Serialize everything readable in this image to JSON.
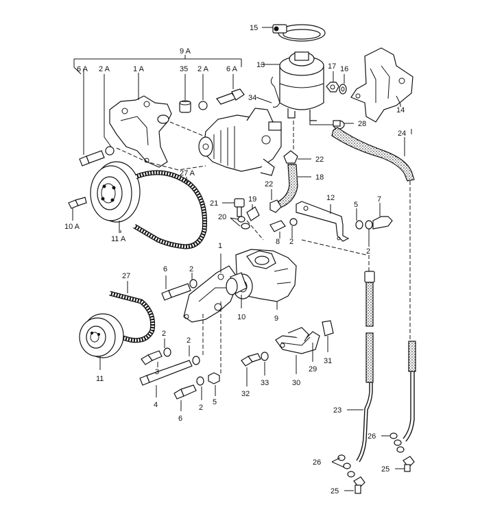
{
  "labels": {
    "l15": "15",
    "l9A": "9 A",
    "l6A_left": "6 A",
    "l2A_left": "2 A",
    "l1A": "1 A",
    "l35": "35",
    "l2A_right": "2 A",
    "l6A_right": "6 A",
    "l13": "13",
    "l17": "17",
    "l16": "16",
    "l34": "34",
    "l14": "14",
    "l28": "28",
    "l24": "24",
    "l22_top": "22",
    "l18": "18",
    "l27A": "27 A",
    "l22_mid": "22",
    "l12": "12",
    "l21": "21",
    "l19": "19",
    "l20": "20",
    "l5_right": "5",
    "l7": "7",
    "l10A": "10 A",
    "l11A": "11 A",
    "l8": "8",
    "l2_mid": "2",
    "l2_right": "2",
    "l1": "1",
    "l6_upper": "6",
    "l2_upper": "2",
    "l27": "27",
    "l10": "10",
    "l9": "9",
    "l2_belt": "2",
    "l3": "3",
    "l2_low": "2",
    "l31": "31",
    "l11": "11",
    "l29": "29",
    "l32": "32",
    "l33": "33",
    "l30": "30",
    "l4": "4",
    "l6_low": "6",
    "l2_bottom": "2",
    "l5_bottom": "5",
    "l23": "23",
    "l26_right": "26",
    "l26_left": "26",
    "l25_right": "25",
    "l25_left": "25"
  }
}
